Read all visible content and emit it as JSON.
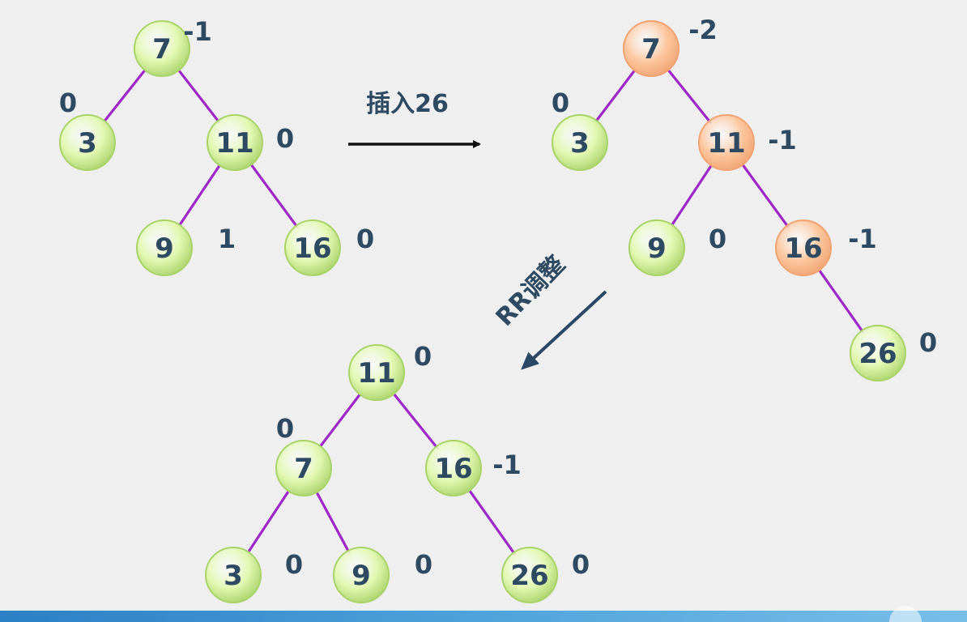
{
  "colors": {
    "node_fill": "#e2f8b2",
    "node_stroke": "#a9d36a",
    "node_highlight_fill": "#fcc79f",
    "node_highlight_stroke": "#f0a372",
    "edge": "#9d27c8",
    "text": "#2e4a62",
    "insert_arrow": "#111111",
    "rr_arrow": "#2a4766"
  },
  "operations": {
    "insert_label": "插入26",
    "rr_label": "RR调整"
  },
  "trees": [
    {
      "id": "before-insert",
      "nodes": [
        {
          "id": "n7",
          "label": "7",
          "bf": "-1",
          "highlight": false
        },
        {
          "id": "n3",
          "label": "3",
          "bf": "0",
          "highlight": false
        },
        {
          "id": "n11",
          "label": "11",
          "bf": "0",
          "highlight": false
        },
        {
          "id": "n9",
          "label": "9",
          "bf": "1",
          "highlight": false
        },
        {
          "id": "n16",
          "label": "16",
          "bf": "0",
          "highlight": false
        }
      ],
      "edges": [
        [
          "n7",
          "n3"
        ],
        [
          "n7",
          "n11"
        ],
        [
          "n11",
          "n9"
        ],
        [
          "n11",
          "n16"
        ]
      ]
    },
    {
      "id": "after-insert",
      "nodes": [
        {
          "id": "n7",
          "label": "7",
          "bf": "-2",
          "highlight": true
        },
        {
          "id": "n3",
          "label": "3",
          "bf": "0",
          "highlight": false
        },
        {
          "id": "n11",
          "label": "11",
          "bf": "-1",
          "highlight": true
        },
        {
          "id": "n9",
          "label": "9",
          "bf": "0",
          "highlight": false
        },
        {
          "id": "n16",
          "label": "16",
          "bf": "-1",
          "highlight": true
        },
        {
          "id": "n26",
          "label": "26",
          "bf": "0",
          "highlight": false
        }
      ],
      "edges": [
        [
          "n7",
          "n3"
        ],
        [
          "n7",
          "n11"
        ],
        [
          "n11",
          "n9"
        ],
        [
          "n11",
          "n16"
        ],
        [
          "n16",
          "n26"
        ]
      ]
    },
    {
      "id": "after-rr",
      "nodes": [
        {
          "id": "n11",
          "label": "11",
          "bf": "0",
          "highlight": false
        },
        {
          "id": "n7",
          "label": "7",
          "bf": "0",
          "highlight": false
        },
        {
          "id": "n16",
          "label": "16",
          "bf": "-1",
          "highlight": false
        },
        {
          "id": "n3",
          "label": "3",
          "bf": "0",
          "highlight": false
        },
        {
          "id": "n9",
          "label": "9",
          "bf": "0",
          "highlight": false
        },
        {
          "id": "n26",
          "label": "26",
          "bf": "0",
          "highlight": false
        }
      ],
      "edges": [
        [
          "n11",
          "n7"
        ],
        [
          "n11",
          "n16"
        ],
        [
          "n7",
          "n3"
        ],
        [
          "n7",
          "n9"
        ],
        [
          "n16",
          "n26"
        ]
      ]
    }
  ]
}
